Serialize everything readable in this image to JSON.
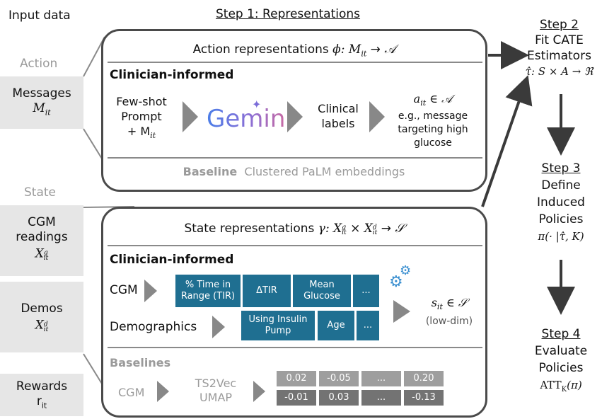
{
  "header": {
    "input_data": "Input data",
    "step1": "Step 1: Representations"
  },
  "left": {
    "action_label": "Action",
    "messages": "Messages",
    "messages_sym": "M",
    "state_label": "State",
    "cgm": "CGM",
    "cgm2": "readings",
    "cgm_sym": "X",
    "demos": "Demos",
    "demos_sym": "X",
    "rewards": "Rewards",
    "rewards_sym": "r"
  },
  "action_box": {
    "title_text": "Action representations",
    "title_math": "ϕ: M",
    "clinician": "Clinician-informed",
    "prompt1": "Few-shot",
    "prompt2": "Prompt",
    "prompt3": "+ M",
    "gemini": "Gemini",
    "labels1": "Clinical",
    "labels2": "labels",
    "a_math": "a",
    "a_rest": "∈ 𝒜",
    "eg1": "e.g., message",
    "eg2": "targeting high",
    "eg3": "glucose",
    "baseline_bold": "Baseline",
    "baseline_rest": "Clustered PaLM embeddings"
  },
  "state_box": {
    "title_text": "State representations",
    "clinician": "Clinician-informed",
    "cgm_label": "CGM",
    "demo_label": "Demographics",
    "cgm_cells": [
      "% Time in Range (TIR)",
      "ΔTIR",
      "Mean Glucose",
      "..."
    ],
    "demo_cells": [
      "Using Insulin Pump",
      "Age",
      "..."
    ],
    "s_math": "s",
    "s_rest": "∈ 𝒮",
    "lowdim": "(low-dim)",
    "baselines": "Baselines",
    "b_cgm": "CGM",
    "ts2vec": "TS2Vec",
    "umap": "UMAP",
    "row1": [
      "0.02",
      "-0.05",
      "...",
      "0.20"
    ],
    "row2": [
      "-0.01",
      "0.03",
      "...",
      "-0.13"
    ]
  },
  "steps": {
    "s2_title": "Step 2",
    "s2_l1": "Fit CATE",
    "s2_l2": "Estimators",
    "s2_l3": "τ̂: S × A → ℜ",
    "s3_title": "Step 3",
    "s3_l1": "Define",
    "s3_l2": "Induced",
    "s3_l3": "Policies",
    "s3_l4": "π(· |τ̂, K)",
    "s4_title": "Step 4",
    "s4_l1": "Evaluate",
    "s4_l2": "Policies",
    "s4_l3": "ATT",
    "s4_sub": "K",
    "s4_l4": "(π)"
  },
  "colors": {
    "blue_cell": "#1f6f91",
    "gear": "#3a8fd0",
    "gemini_blue": "#4a7ee8",
    "gemini_pink": "#d46a9a"
  }
}
